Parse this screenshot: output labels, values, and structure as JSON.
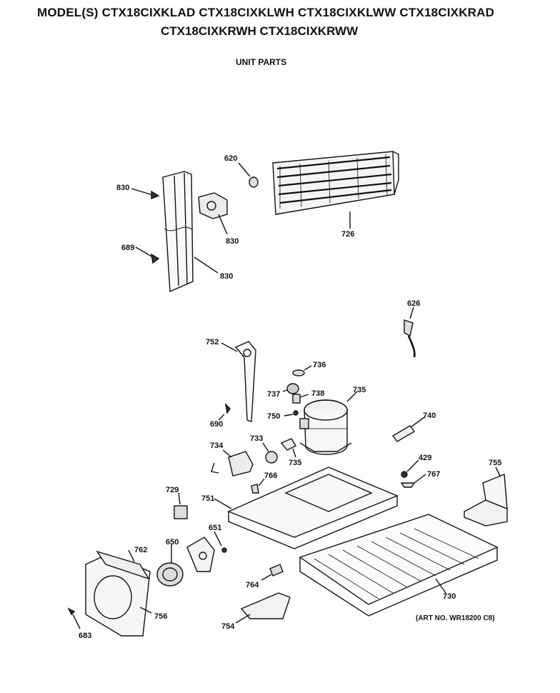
{
  "header": {
    "models_line1": "MODEL(S) CTX18CIXKLAD  CTX18CIXKLWH  CTX18CIXKLWW  CTX18CIXKRAD",
    "models_line2": "CTX18CIXKRWH  CTX18CIXKRWW"
  },
  "subtitle": "UNIT PARTS",
  "art_number": "(ART NO. WR18200 C8)",
  "callouts": {
    "c620": "620",
    "c830a": "830",
    "c830b": "830",
    "c830c": "830",
    "c689": "689",
    "c726": "726",
    "c626": "626",
    "c752": "752",
    "c736": "736",
    "c737": "737",
    "c738": "738",
    "c735a": "735",
    "c750": "750",
    "c690": "690",
    "c740": "740",
    "c734": "734",
    "c733": "733",
    "c735b": "735",
    "c429": "429",
    "c767": "767",
    "c755": "755",
    "c729": "729",
    "c766": "766",
    "c751": "751",
    "c651": "651",
    "c762": "762",
    "c650": "650",
    "c764": "764",
    "c730": "730",
    "c756": "756",
    "c754": "754",
    "c683": "683"
  }
}
